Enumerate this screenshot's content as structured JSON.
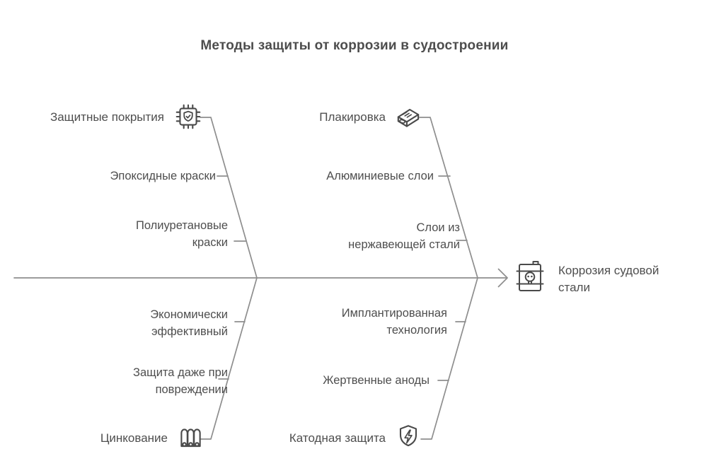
{
  "title": "Методы защиты от коррозии в судостроении",
  "effect": {
    "label": "Коррозия судовой\nстали",
    "icon": "toxic-barrel-icon"
  },
  "branches": [
    {
      "position": "top-left",
      "label": "Защитные покрытия",
      "icon": "security-chip-icon",
      "children": [
        "Эпоксидные краски",
        "Полиуретановые\nкраски"
      ]
    },
    {
      "position": "top-right",
      "label": "Плакировка",
      "icon": "metal-ingot-icon",
      "children": [
        "Алюминиевые слои",
        "Слои из\nнержавеющей стали"
      ]
    },
    {
      "position": "bottom-left",
      "label": "Цинкование",
      "icon": "anode-tubes-icon",
      "children": [
        "Экономически\nэффективный",
        "Защита даже при\nповреждении"
      ]
    },
    {
      "position": "bottom-right",
      "label": "Катодная защита",
      "icon": "shield-lightning-icon",
      "children": [
        "Имплантированная\nтехнология",
        "Жертвенные аноды"
      ]
    }
  ],
  "colors": {
    "background": "#ffffff",
    "line": "#8e8e8e",
    "text": "#4e4e4e",
    "icon_stroke": "#4a4a4a"
  }
}
